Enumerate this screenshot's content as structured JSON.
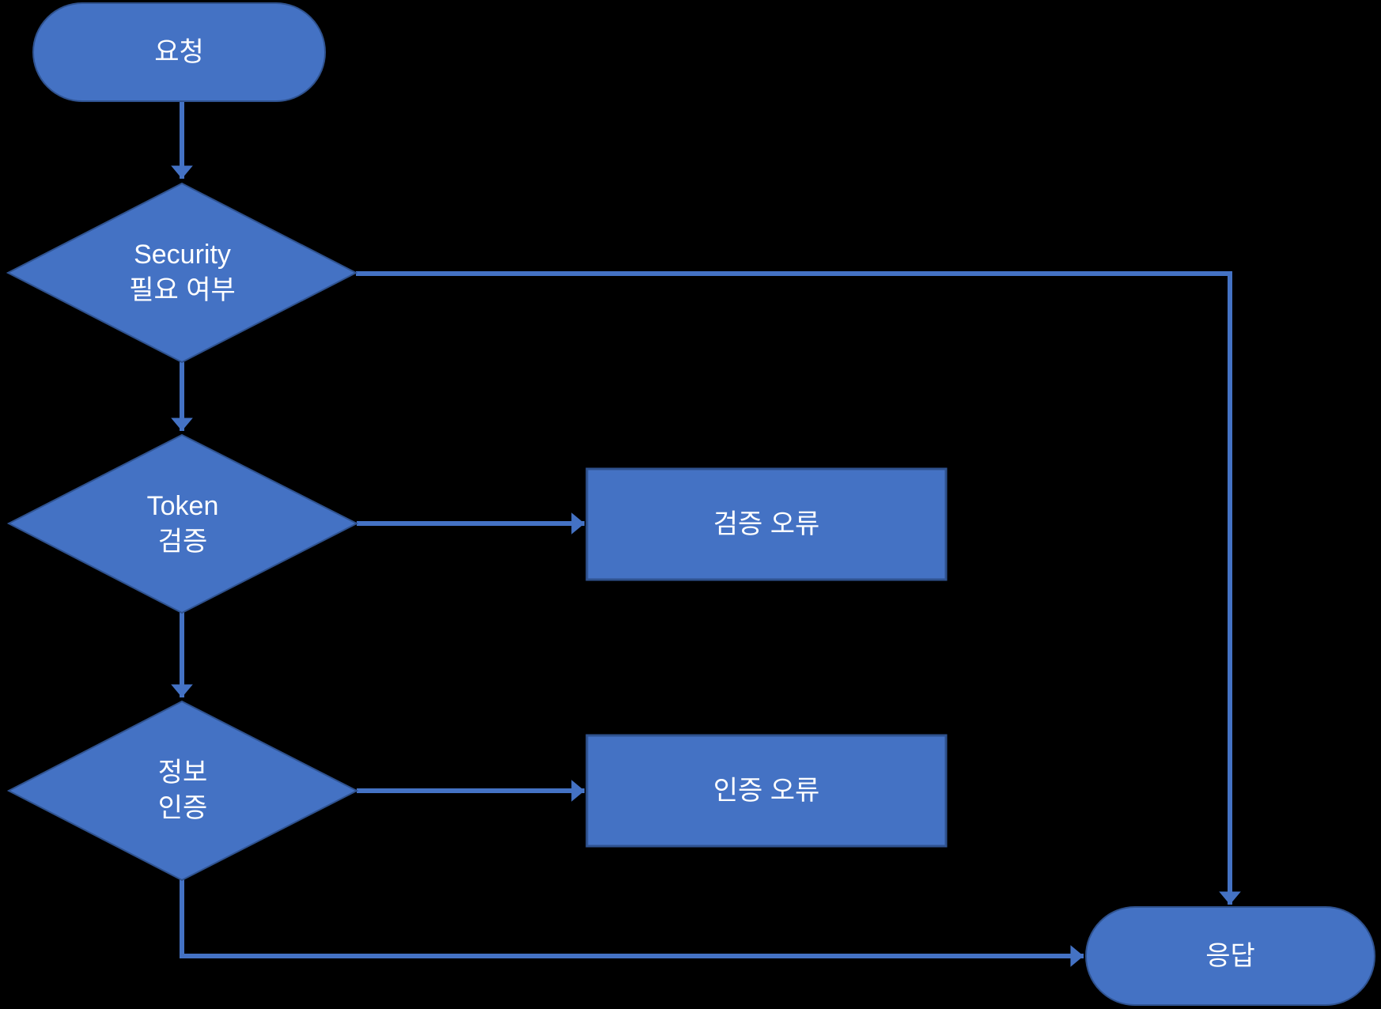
{
  "diagram": {
    "type": "flowchart",
    "colors": {
      "background": "#000000",
      "shape_fill": "#4472C4",
      "shape_border": "#2F528F",
      "connector": "#4472C4",
      "text": "#FFFFFF"
    },
    "nodes": [
      {
        "id": "request",
        "shape": "terminator",
        "lines": [
          "요청"
        ]
      },
      {
        "id": "security_check",
        "shape": "decision",
        "lines": [
          "Security",
          "필요 여부"
        ]
      },
      {
        "id": "token_check",
        "shape": "decision",
        "lines": [
          "Token",
          "검증"
        ]
      },
      {
        "id": "validation_error",
        "shape": "process",
        "lines": [
          "검증 오류"
        ]
      },
      {
        "id": "info_auth",
        "shape": "decision",
        "lines": [
          "정보",
          "인증"
        ]
      },
      {
        "id": "auth_error",
        "shape": "process",
        "lines": [
          "인증 오류"
        ]
      },
      {
        "id": "response",
        "shape": "terminator",
        "lines": [
          "응답"
        ]
      }
    ],
    "edges": [
      {
        "from": "request",
        "to": "security_check"
      },
      {
        "from": "security_check",
        "to": "token_check"
      },
      {
        "from": "security_check",
        "to": "response"
      },
      {
        "from": "token_check",
        "to": "validation_error"
      },
      {
        "from": "token_check",
        "to": "info_auth"
      },
      {
        "from": "info_auth",
        "to": "auth_error"
      },
      {
        "from": "info_auth",
        "to": "response"
      }
    ]
  }
}
